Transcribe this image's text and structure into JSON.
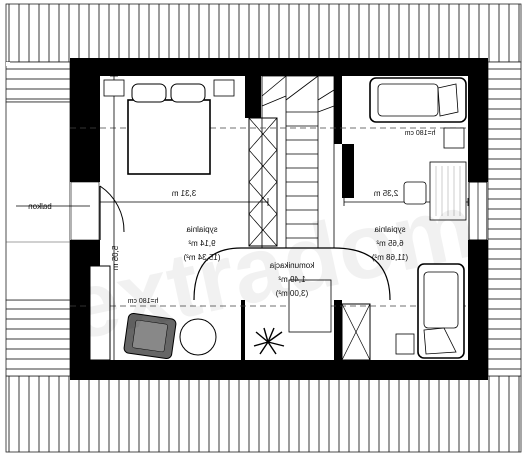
{
  "rooms": {
    "bedroom_left": {
      "name": "sypialnia",
      "area": "9,14 m²",
      "area_alt": "(15,34 m²)"
    },
    "bedroom_right": {
      "name": "sypialnia",
      "area": "6,65 m²",
      "area_alt": "(11,68 m²)"
    },
    "hall": {
      "name": "komunikacja",
      "area": "1,49 m²",
      "area_alt": "(3,00 m²)"
    },
    "balcony": {
      "name": "balkon"
    }
  },
  "dimensions": {
    "left_width": "3,31 m",
    "right_width": "2,35 m",
    "left_depth": "5,05 m",
    "height_line_right": "h=180 cm",
    "height_line_left": "h=180 cm"
  },
  "watermark": "extradom"
}
